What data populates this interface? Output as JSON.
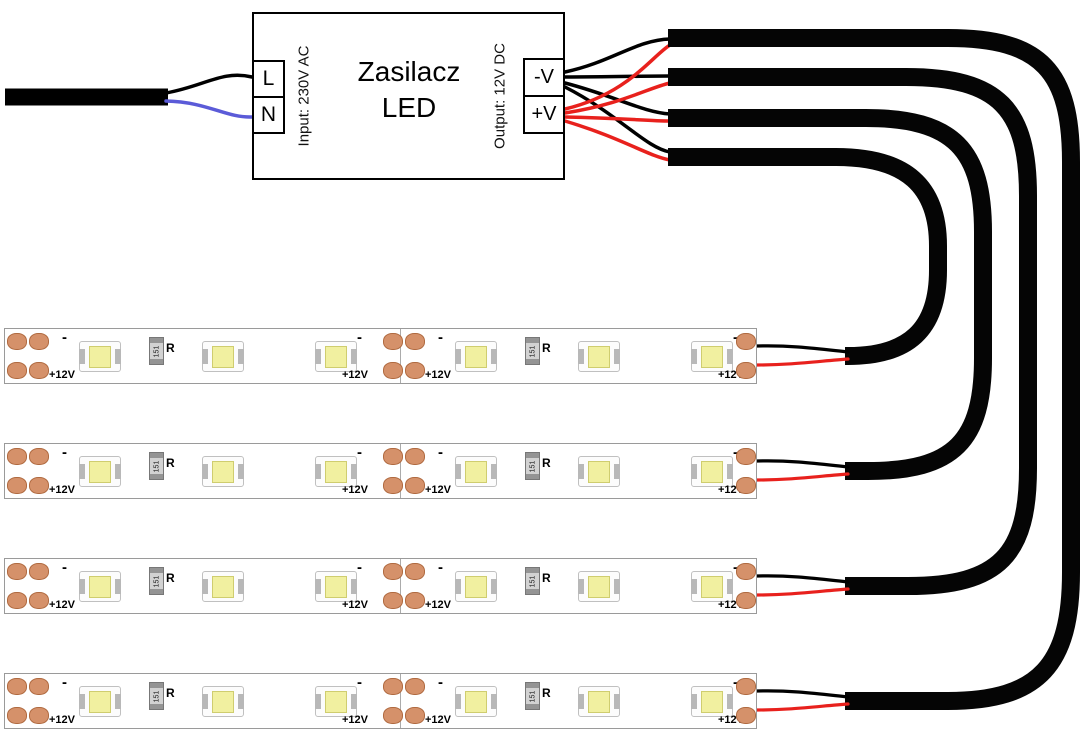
{
  "psu": {
    "title_line1": "Zasilacz",
    "title_line2": "LED",
    "input_label": "Input: 230V AC",
    "output_label": "Output: 12V DC",
    "terminal_l": "L",
    "terminal_n": "N",
    "terminal_neg": "-V",
    "terminal_pos": "+V"
  },
  "strip": {
    "plus_label": "+12V",
    "minus_label": "-",
    "resistor_label": "R",
    "resistor_value": "151"
  },
  "colors": {
    "wire_black": "#000000",
    "wire_red": "#e8211d",
    "wire_blue": "#5b5bd8",
    "cable_black": "#050505",
    "copper_pad": "#d5916a",
    "led_die_yellow": "#f1f0a0"
  }
}
